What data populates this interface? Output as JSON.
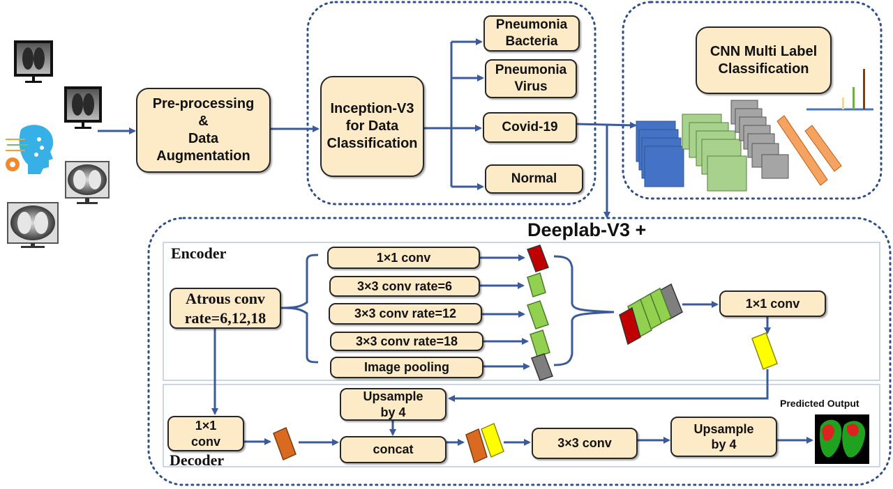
{
  "colors": {
    "box_fill": "#fdebc8",
    "arrow": "#3a5a99",
    "dotted_border": "#2f4e8c",
    "panel_border": "#b9c9dc"
  },
  "preprocessing": {
    "label": "Pre-processing\n&\nData\nAugmentation"
  },
  "inception": {
    "label": "Inception-V3\nfor Data\nClassification"
  },
  "classes": [
    {
      "label": "Pneumonia\nBacteria"
    },
    {
      "label": "Pneumonia\nVirus"
    },
    {
      "label": "Covid-19"
    },
    {
      "label": "Normal"
    }
  ],
  "cnn": {
    "label": "CNN Multi Label\nClassification"
  },
  "deeplab": {
    "title": "Deeplab-V3 +",
    "encoder_label": "Encoder",
    "decoder_label": "Decoder",
    "atrous": "Atrous conv\nrate=6,12,18",
    "branches": [
      "1×1 conv",
      "3×3 conv rate=6",
      "3×3 conv rate=12",
      "3×3 conv rate=18",
      "Image pooling"
    ],
    "conv_after_concat": "1×1 conv",
    "decoder_conv": "1×1\nconv",
    "upsample_top": "Upsample\nby 4",
    "concat": "concat",
    "conv3": "3×3 conv",
    "upsample_bottom": "Upsample\nby 4",
    "predicted_output": "Predicted Output"
  },
  "icons": [
    "chest-xray-monitor-icon",
    "ai-head-icon",
    "gear-icon",
    "ct-scan-monitor-icon",
    "segmentation-mask-icon"
  ]
}
